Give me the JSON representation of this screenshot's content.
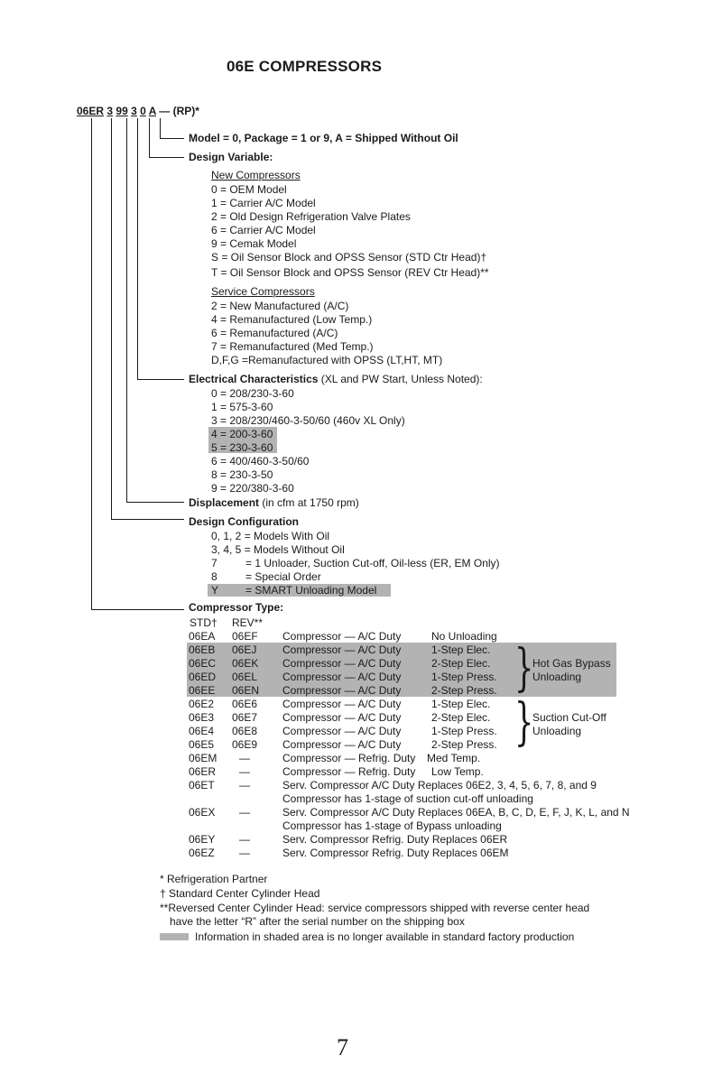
{
  "title": "06E COMPRESSORS",
  "code": {
    "p1": "06ER",
    "p2": "3",
    "p3": "99",
    "p4": "3",
    "p5": "0",
    "p6": "A",
    "suffix": "— (RP)*"
  },
  "model_line": "Model = 0, Package = 1 or 9, A = Shipped Without Oil",
  "design_variable": {
    "label": "Design Variable:",
    "new_heading": "New Compressors",
    "new_items": [
      "0 = OEM Model",
      "1 = Carrier A/C Model",
      "2 = Old Design Refrigeration Valve Plates",
      "6 = Carrier A/C Model",
      "9 = Cemak Model",
      "S = Oil Sensor Block and OPSS Sensor (STD Ctr Head)†",
      "T = Oil Sensor Block and OPSS Sensor (REV Ctr Head)**"
    ],
    "service_heading": "Service Compressors",
    "service_items": [
      "2 = New Manufactured (A/C)",
      "4 = Remanufactured (Low Temp.)",
      "6 = Remanufactured (A/C)",
      "7 = Remanufactured (Med Temp.)",
      "D,F,G =Remanufactured with OPSS (LT,HT, MT)"
    ]
  },
  "electrical": {
    "label": "Electrical Characteristics",
    "note": " (XL and PW Start, Unless Noted):",
    "items": [
      "0 = 208/230-3-60",
      "1 = 575-3-60",
      "3 = 208/230/460-3-50/60 (460v XL Only)",
      "4 = 200-3-60",
      "5 = 230-3-60",
      "6 = 400/460-3-50/60",
      "8 = 230-3-50",
      "9 = 220/380-3-60"
    ]
  },
  "displacement": {
    "label": "Displacement",
    "note": " (in cfm at 1750 rpm)"
  },
  "design_config": {
    "label": "Design Configuration",
    "items": [
      "0, 1, 2 = Models With Oil",
      "3, 4, 5 = Models Without Oil"
    ],
    "rows": [
      {
        "k": "7",
        "v": "= 1 Unloader, Suction Cut-off, Oil-less (ER, EM Only)"
      },
      {
        "k": "8",
        "v": "= Special Order"
      },
      {
        "k": "Y",
        "v": "= SMART Unloading Model"
      }
    ]
  },
  "compressor_type": {
    "label": "Compressor Type:",
    "std_header": "STD†",
    "rev_header": "REV**",
    "rows": [
      {
        "std": "06EA",
        "rev": "06EF",
        "desc": "Compressor — A/C Duty",
        "unl": "No Unloading"
      },
      {
        "std": "06EB",
        "rev": "06EJ",
        "desc": "Compressor — A/C Duty",
        "unl": "1-Step Elec."
      },
      {
        "std": "06EC",
        "rev": "06EK",
        "desc": "Compressor — A/C Duty",
        "unl": "2-Step Elec."
      },
      {
        "std": "06ED",
        "rev": "06EL",
        "desc": "Compressor — A/C Duty",
        "unl": "1-Step Press."
      },
      {
        "std": "06EE",
        "rev": "06EN",
        "desc": "Compressor — A/C Duty",
        "unl": "2-Step Press."
      },
      {
        "std": "06E2",
        "rev": "06E6",
        "desc": "Compressor — A/C Duty",
        "unl": "1-Step Elec."
      },
      {
        "std": "06E3",
        "rev": "06E7",
        "desc": "Compressor — A/C Duty",
        "unl": "2-Step Elec."
      },
      {
        "std": "06E4",
        "rev": "06E8",
        "desc": "Compressor — A/C Duty",
        "unl": "1-Step Press."
      },
      {
        "std": "06E5",
        "rev": "06E9",
        "desc": "Compressor — A/C Duty",
        "unl": "2-Step Press."
      },
      {
        "std": "06EM",
        "rev": "—",
        "desc": "Compressor — Refrig. Duty",
        "unl": "Med Temp."
      },
      {
        "std": "06ER",
        "rev": "—",
        "desc": "Compressor — Refrig. Duty",
        "unl": "Low Temp."
      },
      {
        "std": "06ET",
        "rev": "—",
        "desc": "Serv. Compressor A/C Duty Replaces 06E2, 3, 4, 5, 6, 7, 8, and 9",
        "unl": ""
      },
      {
        "std": "",
        "rev": "",
        "desc": "Compressor has 1-stage of suction cut-off unloading",
        "unl": ""
      },
      {
        "std": "06EX",
        "rev": "—",
        "desc": "Serv. Compressor A/C Duty Replaces 06EA, B, C, D, E, F, J, K, L, and N",
        "unl": ""
      },
      {
        "std": "",
        "rev": "",
        "desc": "Compressor has 1-stage of Bypass unloading",
        "unl": ""
      },
      {
        "std": "06EY",
        "rev": "—",
        "desc": "Serv. Compressor Refrig. Duty Replaces 06ER",
        "unl": ""
      },
      {
        "std": "06EZ",
        "rev": "—",
        "desc": "Serv. Compressor Refrig. Duty Replaces 06EM",
        "unl": ""
      }
    ],
    "group1_a": "Hot Gas Bypass",
    "group1_b": "Unloading",
    "group2_a": "Suction Cut-Off",
    "group2_b": "Unloading"
  },
  "footnotes": {
    "f1": "* Refrigeration Partner",
    "f2": "† Standard Center Cylinder Head",
    "f3": "**Reversed Center Cylinder Head: service compressors shipped with reverse center head",
    "f4": "have the letter “R” after the serial number on the shipping box",
    "f5": "Information in shaded area is no longer available in standard factory production"
  },
  "page_number": "7"
}
